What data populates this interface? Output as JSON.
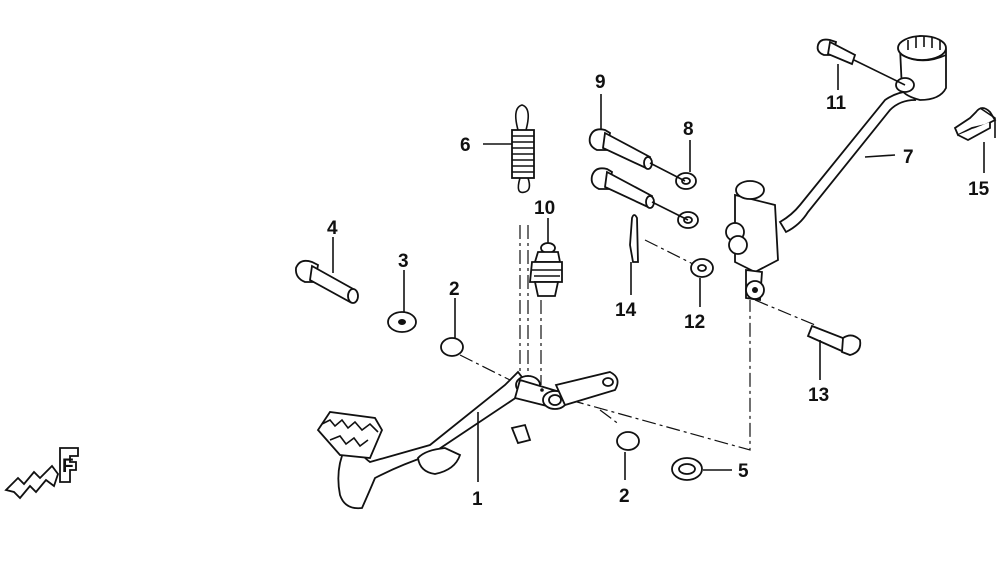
{
  "parts": [
    {
      "id": "part-1",
      "number": "1"
    },
    {
      "id": "part-2a",
      "number": "2"
    },
    {
      "id": "part-2b",
      "number": "2"
    },
    {
      "id": "part-3",
      "number": "3"
    },
    {
      "id": "part-4",
      "number": "4"
    },
    {
      "id": "part-5",
      "number": "5"
    },
    {
      "id": "part-6",
      "number": "6"
    },
    {
      "id": "part-7",
      "number": "7"
    },
    {
      "id": "part-8",
      "number": "8"
    },
    {
      "id": "part-9",
      "number": "9"
    },
    {
      "id": "part-10",
      "number": "10"
    },
    {
      "id": "part-11",
      "number": "11"
    },
    {
      "id": "part-12",
      "number": "12"
    },
    {
      "id": "part-13",
      "number": "13"
    },
    {
      "id": "part-14",
      "number": "14"
    },
    {
      "id": "part-15",
      "number": "15"
    }
  ],
  "direction_marker": {
    "letter": "F"
  }
}
